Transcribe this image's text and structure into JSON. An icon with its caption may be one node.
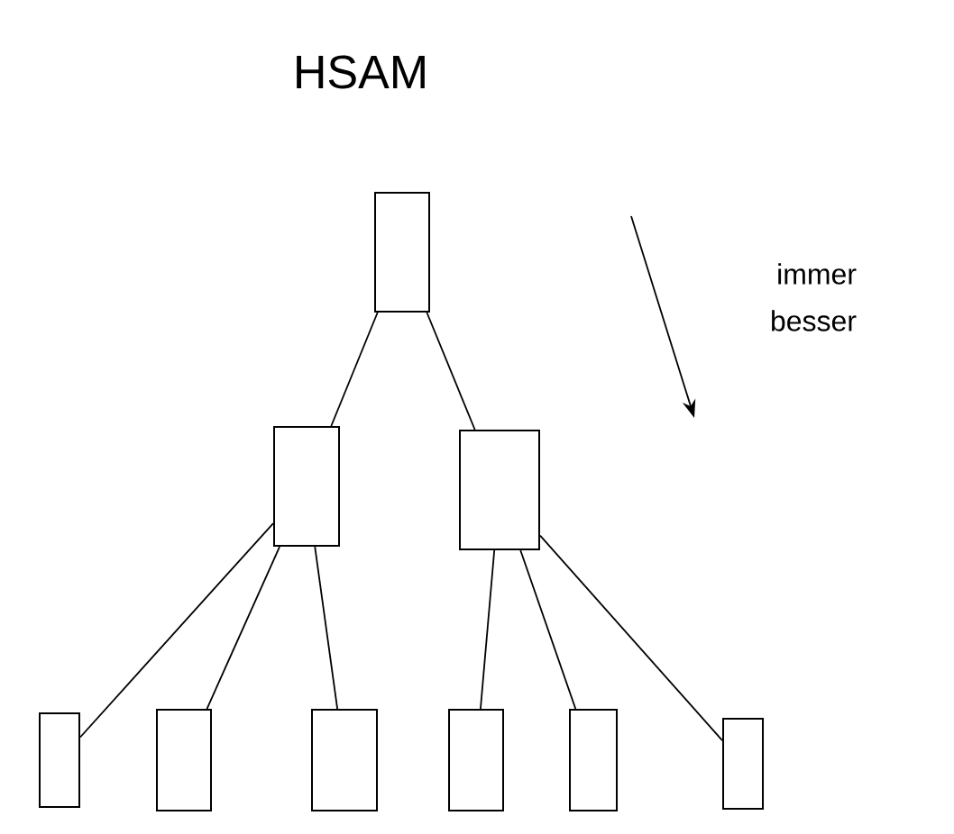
{
  "diagram": {
    "title": "HSAM",
    "nodes": [
      {
        "text": [],
        "shape": "box"
      },
      {
        "text": [],
        "shape": "box"
      },
      {
        "text": [],
        "shape": "box"
      },
      {
        "text": [],
        "shape": "box"
      },
      {
        "text": [],
        "shape": "box"
      },
      {
        "text": [],
        "shape": "box"
      },
      {
        "text": [],
        "shape": "box"
      },
      {
        "text": [],
        "shape": "box"
      },
      {
        "text": [],
        "shape": "box"
      }
    ],
    "edges": [
      {
        "from": 0,
        "to": 1,
        "arrow": "none"
      },
      {
        "from": 0,
        "to": 2,
        "arrow": "none"
      },
      {
        "from": 1,
        "to": 3,
        "arrow": "none"
      },
      {
        "from": 1,
        "to": 4,
        "arrow": "none"
      },
      {
        "from": 1,
        "to": 5,
        "arrow": "none"
      },
      {
        "from": 2,
        "to": 6,
        "arrow": "none"
      },
      {
        "from": 2,
        "to": 7,
        "arrow": "none"
      },
      {
        "from": 2,
        "to": 8,
        "arrow": "none"
      }
    ],
    "labels": [
      "immer besser"
    ]
  }
}
